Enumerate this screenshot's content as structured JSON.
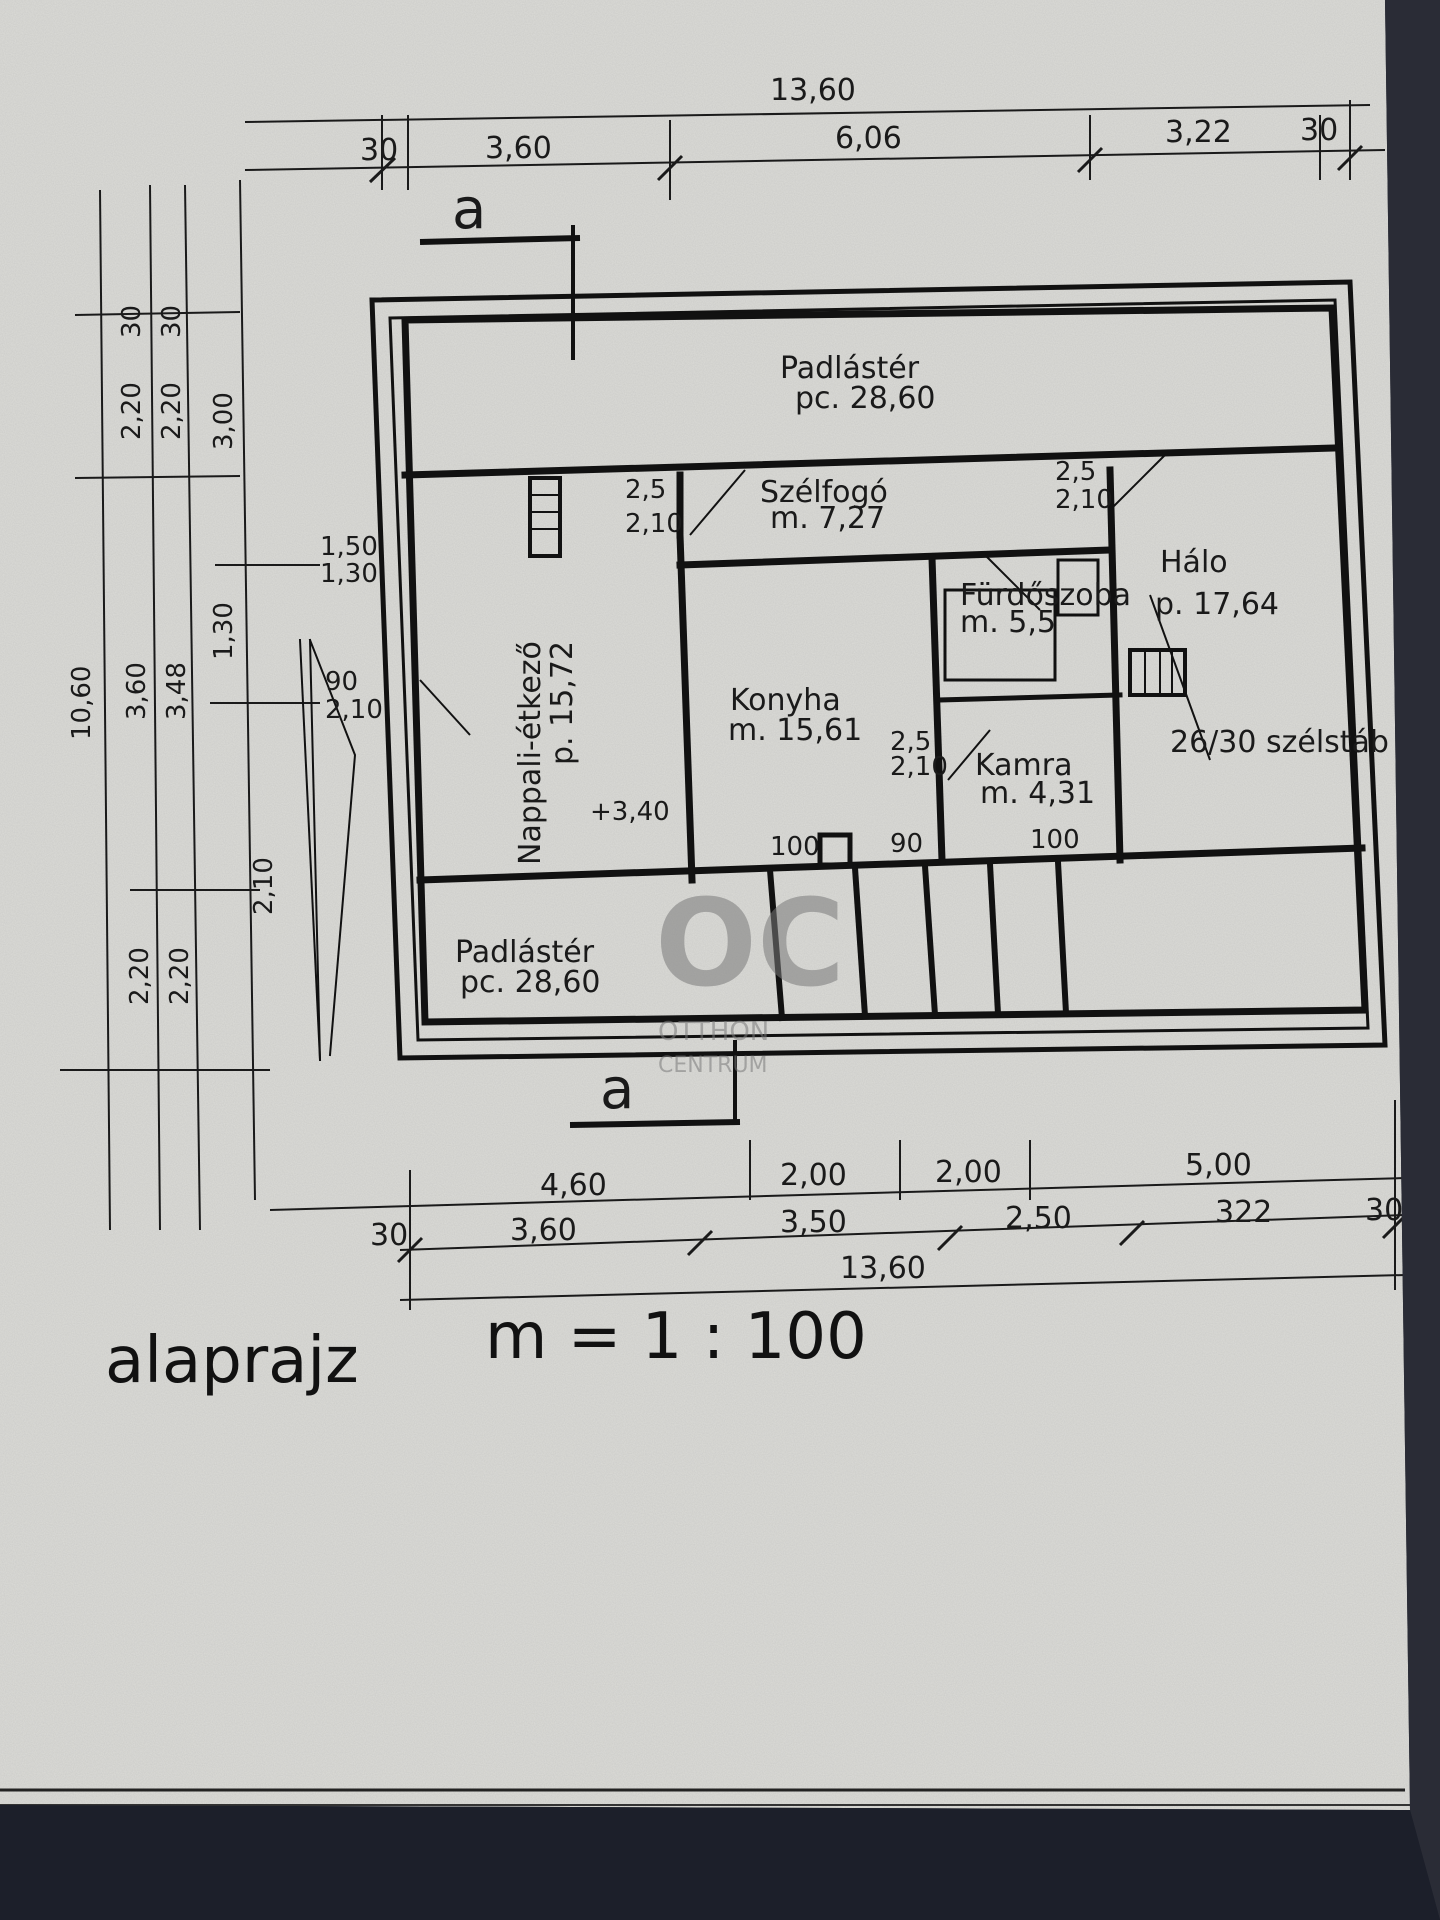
{
  "dimensions": {
    "top_total": "13,60",
    "top_segments": [
      "30",
      "3,60",
      "6,06",
      "3,22",
      "30"
    ],
    "bottom_upper": [
      "4,60",
      "2,00",
      "2,00",
      "5,00"
    ],
    "bottom_lower": [
      "30",
      "3,60",
      "3,50",
      "2,50",
      "322",
      "30"
    ],
    "bottom_total": "13,60",
    "left": [
      "10,60",
      "3,60",
      "3,48",
      "3,00",
      "2,20",
      "2,20",
      "2,20",
      "2,20",
      "30",
      "30",
      "1,30",
      "1,50",
      "1,30",
      "2,10"
    ]
  },
  "section": {
    "marker": "a"
  },
  "rooms": {
    "attic_top": {
      "name": "Padlástér",
      "area": "pc. 28,60"
    },
    "attic_bottom": {
      "name": "Padlástér",
      "area": "pc. 28,60"
    },
    "hall": {
      "name": "Szélfogó",
      "area": "m. 7,27"
    },
    "living": {
      "name": "Nappali-étkező",
      "area": "p. 15,72"
    },
    "kitchen": {
      "name": "Konyha",
      "area": "m. 15,61"
    },
    "bath": {
      "name": "Fürdőszoba",
      "area": "m. 5,5"
    },
    "pantry": {
      "name": "Kamra",
      "area": "m. 4,31"
    },
    "room": {
      "name": "Hálo",
      "area": "p. 17,64"
    },
    "stairs": {
      "label": "26/30 szélstáb"
    }
  },
  "openings": {
    "door_25_210": [
      "2,5",
      "2,10"
    ],
    "door_90_210": [
      "90",
      "2,10"
    ],
    "level": "+3,40",
    "win_100": "100",
    "win_90": "90"
  },
  "watermark": {
    "line1": "OTTHON",
    "line2": "CENTRUM"
  },
  "caption": {
    "title": "alaprajz",
    "scale": "m = 1 : 100"
  }
}
